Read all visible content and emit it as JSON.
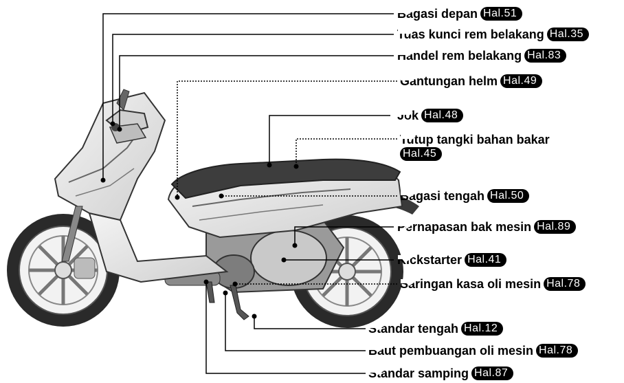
{
  "labels": [
    {
      "id": "bagasi-depan",
      "text": "Bagasi depan",
      "ref": "Hal.51"
    },
    {
      "id": "tuas-kunci",
      "text": "Tuas kunci rem belakang",
      "ref": "Hal.35"
    },
    {
      "id": "handel-rem",
      "text": "Handel rem belakang",
      "ref": "Hal.83"
    },
    {
      "id": "gantungan-helm",
      "text": "Gantungan helm",
      "ref": "Hal.49"
    },
    {
      "id": "jok",
      "text": "Jok",
      "ref": "Hal.48"
    },
    {
      "id": "tutup-tangki",
      "text": "Tutup tangki bahan bakar",
      "ref": "Hal.45"
    },
    {
      "id": "bagasi-tengah",
      "text": "Bagasi tengah",
      "ref": "Hal.50"
    },
    {
      "id": "pernapasan",
      "text": "Pernapasan bak mesin",
      "ref": "Hal.89"
    },
    {
      "id": "kickstarter",
      "text": "Kickstarter",
      "ref": "Hal.41"
    },
    {
      "id": "saringan",
      "text": "Saringan kasa oli mesin",
      "ref": "Hal.78"
    },
    {
      "id": "standar-tengah",
      "text": "Standar tengah",
      "ref": "Hal.12"
    },
    {
      "id": "baut",
      "text": "Baut pembuangan oli mesin",
      "ref": "Hal.78"
    },
    {
      "id": "standar-samping",
      "text": "Standar samping",
      "ref": "Hal.87"
    }
  ],
  "colors": {
    "leader": "#000000",
    "badge": "#000000",
    "body": "#e6e6e6",
    "outline": "#333333"
  }
}
